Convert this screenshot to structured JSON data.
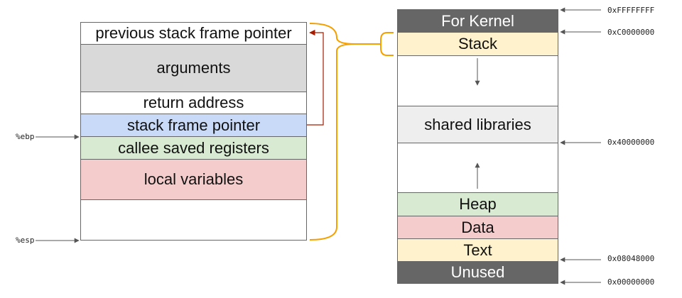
{
  "stack_frame": {
    "rows": [
      {
        "label": "previous stack frame pointer",
        "color": "#ffffff"
      },
      {
        "label": "arguments",
        "color": "#d9d9d9"
      },
      {
        "label": "return address",
        "color": "#ffffff"
      },
      {
        "label": "stack frame pointer",
        "color": "#c9daf8"
      },
      {
        "label": "callee saved registers",
        "color": "#d9ead3"
      },
      {
        "label": "local variables",
        "color": "#f4cccc"
      },
      {
        "label": "",
        "color": "#ffffff"
      }
    ],
    "registers": {
      "ebp": "%ebp",
      "esp": "%esp"
    }
  },
  "memory_map": {
    "regions": [
      {
        "label": "For Kernel",
        "color": "#666666"
      },
      {
        "label": "Stack",
        "color": "#fff2cc"
      },
      {
        "label": "",
        "color": "#ffffff"
      },
      {
        "label": "shared libraries",
        "color": "#eeeeee"
      },
      {
        "label": "",
        "color": "#ffffff"
      },
      {
        "label": "Heap",
        "color": "#d9ead3"
      },
      {
        "label": "Data",
        "color": "#f4cccc"
      },
      {
        "label": "Text",
        "color": "#fff2cc"
      },
      {
        "label": "Unused",
        "color": "#666666"
      }
    ],
    "addresses": {
      "top": "0xFFFFFFFF",
      "stack": "0xC0000000",
      "shared": "0x40000000",
      "text": "0x08048000",
      "bottom": "0x00000000"
    }
  },
  "colors": {
    "brace": "#f4a000",
    "link_arrow": "#a61c00",
    "pointer_arrow": "#555555"
  }
}
